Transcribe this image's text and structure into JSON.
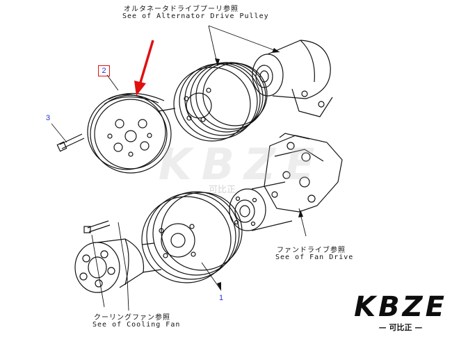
{
  "labels": {
    "alternator_jp": "オルタネータドライブプーリ参照",
    "alternator_en": "See of Alternator Drive Pulley",
    "fan_jp": "ファンドライブ参照",
    "fan_en": "See of Fan Drive",
    "cooling_jp": "クーリングファン参照",
    "cooling_en": "See of Cooling Fan"
  },
  "callouts": {
    "part1": "1",
    "part2": "2",
    "part3": "3"
  },
  "watermark": {
    "brand": "KBZE",
    "sub": "可比正"
  },
  "logo": {
    "brand": "KBZE",
    "sub": "— 可比正 —"
  },
  "colors": {
    "arrow": "#e01010",
    "callout_blue": "#2233cc",
    "line": "#111111"
  }
}
